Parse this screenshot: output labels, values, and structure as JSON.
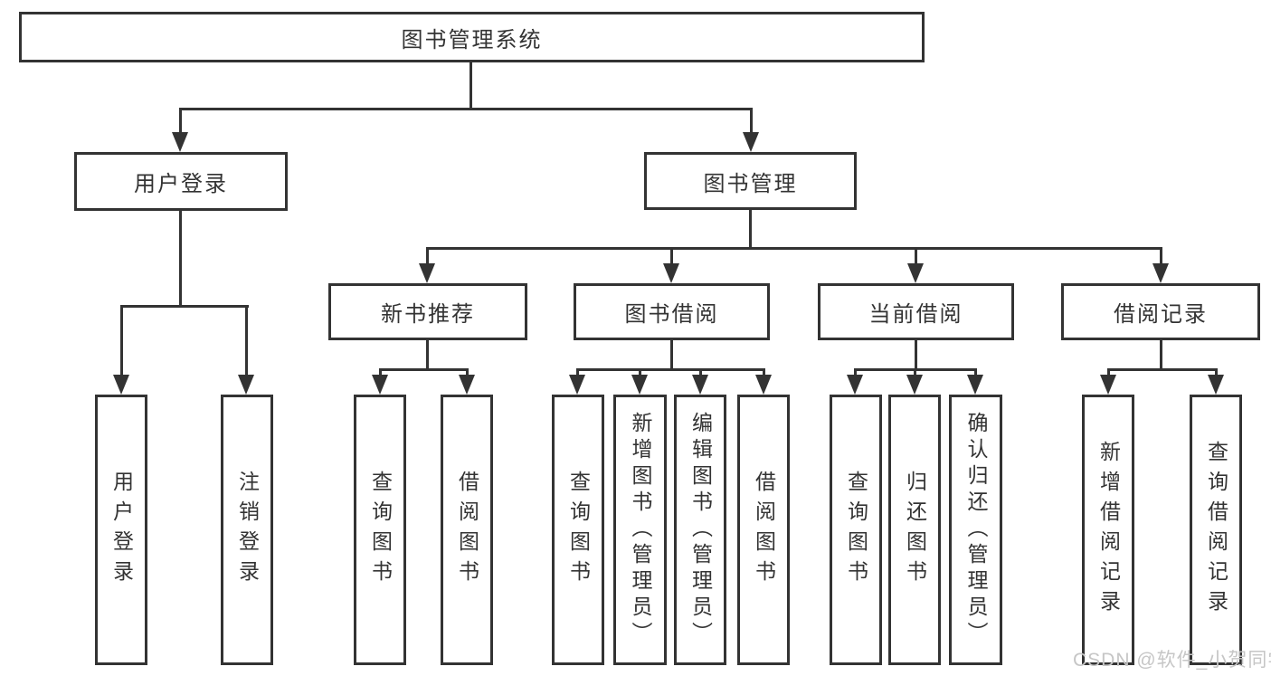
{
  "diagram": {
    "title": "图书管理系统",
    "level2": {
      "user_login": "用户登录",
      "book_management": "图书管理"
    },
    "level3": {
      "new_book_recommend": "新书推荐",
      "book_borrowing": "图书借阅",
      "current_borrowing": "当前借阅",
      "borrowing_records": "借阅记录"
    },
    "leaves": {
      "user_login": [
        "用户登录",
        "注销登录"
      ],
      "new_book_recommend": [
        "查询图书",
        "借阅图书"
      ],
      "book_borrowing": [
        "查询图书",
        "新增图书（管理员）",
        "编辑图书（管理员）",
        "借阅图书"
      ],
      "current_borrowing": [
        "查询图书",
        "归还图书",
        "确认归还（管理员）"
      ],
      "borrowing_records": [
        "新增借阅记录",
        "查询借阅记录"
      ]
    }
  },
  "watermark": "CSDN @软件_小贺同学",
  "colors": {
    "line": "#333333",
    "text": "#333333",
    "background": "#ffffff",
    "watermark": "#c6c6c6"
  }
}
